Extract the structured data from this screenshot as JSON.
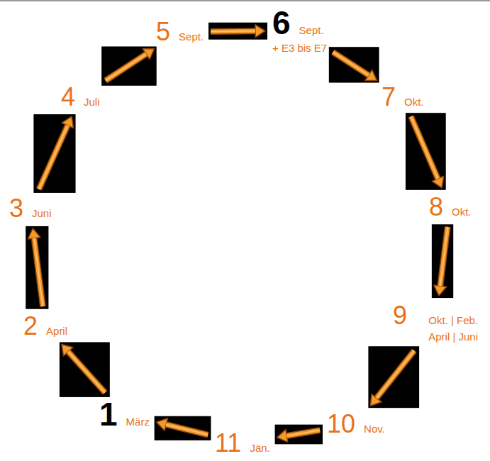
{
  "diagram": {
    "nodes": [
      {
        "text": [
          "1",
          "März"
        ]
      },
      {
        "text": [
          "2",
          "April"
        ]
      },
      {
        "text": [
          "3",
          "Juni"
        ]
      },
      {
        "text": [
          "4",
          "Juli"
        ]
      },
      {
        "text": [
          "5",
          "Sept."
        ]
      },
      {
        "text": [
          "6",
          "Sept.",
          "+ E3 bis E7"
        ]
      },
      {
        "text": [
          "7",
          "Okt."
        ]
      },
      {
        "text": [
          "8",
          "Okt."
        ]
      },
      {
        "text": [
          "9",
          "Okt. | Feb. April | Juni"
        ]
      },
      {
        "text": [
          "10",
          "Nov."
        ]
      },
      {
        "text": [
          "11",
          "Jän."
        ]
      }
    ],
    "edges": [
      {
        "from": 0,
        "to": 1,
        "arrow": "to"
      },
      {
        "from": 1,
        "to": 2,
        "arrow": "to"
      },
      {
        "from": 2,
        "to": 3,
        "arrow": "to"
      },
      {
        "from": 3,
        "to": 4,
        "arrow": "to"
      },
      {
        "from": 4,
        "to": 5,
        "arrow": "to"
      },
      {
        "from": 5,
        "to": 6,
        "arrow": "to"
      },
      {
        "from": 6,
        "to": 7,
        "arrow": "to"
      },
      {
        "from": 7,
        "to": 8,
        "arrow": "to"
      },
      {
        "from": 8,
        "to": 9,
        "arrow": "to"
      },
      {
        "from": 9,
        "to": 10,
        "arrow": "to"
      },
      {
        "from": 10,
        "to": 0,
        "arrow": "to"
      }
    ]
  }
}
